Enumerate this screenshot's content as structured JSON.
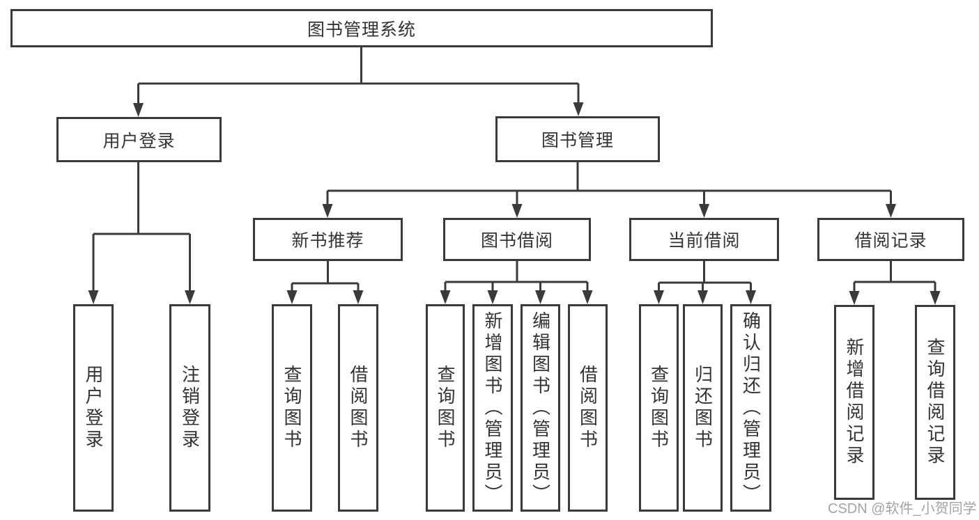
{
  "colors": {
    "line": "#3a3a3a",
    "text": "#333333",
    "watermark": "#a3a3a3",
    "background": "#ffffff"
  },
  "watermark": {
    "text": "CSDN @软件_小贺同学"
  },
  "root": {
    "label": "图书管理系统",
    "children": [
      {
        "label": "用户登录",
        "children": [
          {
            "label": "用户登录"
          },
          {
            "label": "注销登录"
          }
        ]
      },
      {
        "label": "图书管理",
        "children": [
          {
            "label": "新书推荐",
            "children": [
              {
                "label": "查询图书"
              },
              {
                "label": "借阅图书"
              }
            ]
          },
          {
            "label": "图书借阅",
            "children": [
              {
                "label": "查询图书"
              },
              {
                "label": "新增图书（管理员）"
              },
              {
                "label": "编辑图书（管理员）"
              },
              {
                "label": "借阅图书"
              }
            ]
          },
          {
            "label": "当前借阅",
            "children": [
              {
                "label": "查询图书"
              },
              {
                "label": "归还图书"
              },
              {
                "label": "确认归还（管理员）"
              }
            ]
          },
          {
            "label": "借阅记录",
            "children": [
              {
                "label": "新增借阅记录"
              },
              {
                "label": "查询借阅记录"
              }
            ]
          }
        ]
      }
    ]
  }
}
